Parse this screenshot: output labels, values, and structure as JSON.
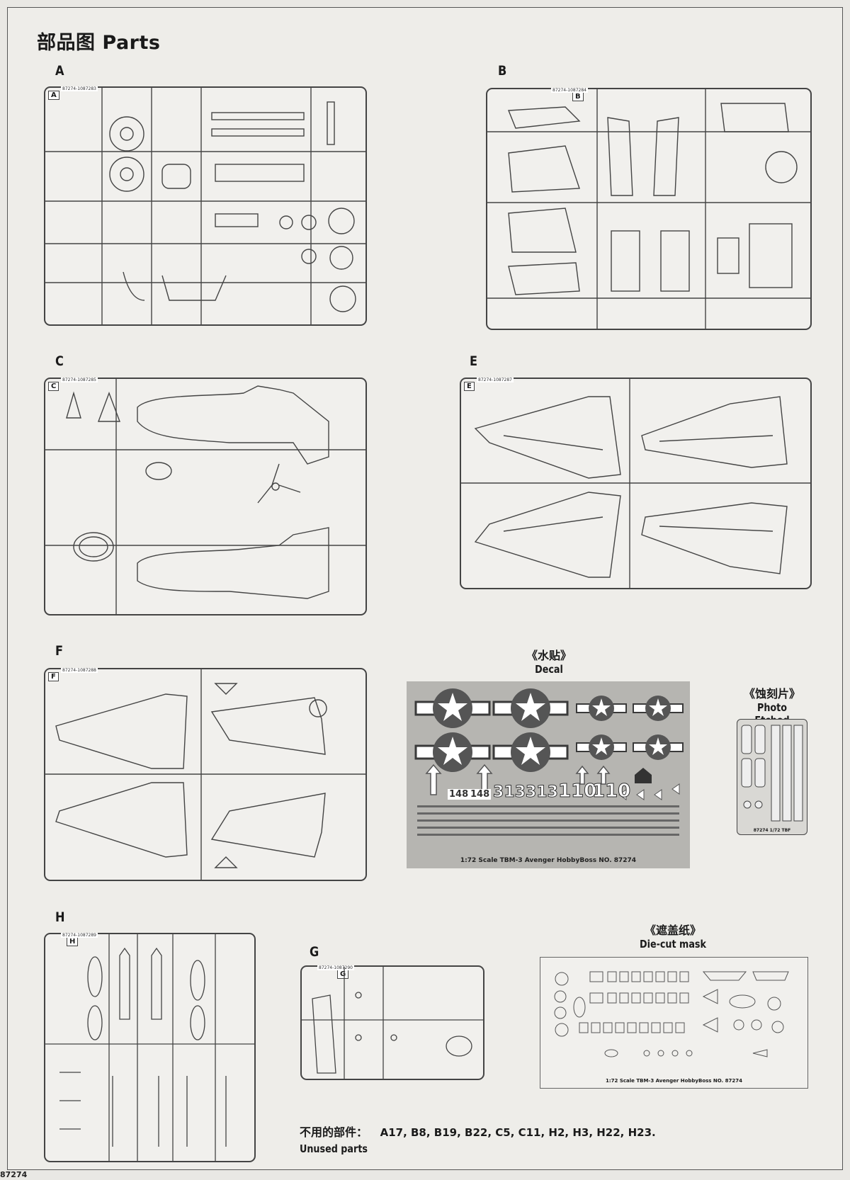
{
  "page": {
    "title": "部品图 Parts",
    "page_number": "87274"
  },
  "sprues": [
    {
      "letter": "A",
      "code": "87274-1087283"
    },
    {
      "letter": "B",
      "code": "87274-1087284"
    },
    {
      "letter": "C",
      "code": "87274-1087285"
    },
    {
      "letter": "E",
      "code": "87274-1087287"
    },
    {
      "letter": "F",
      "code": "87274-1087288"
    },
    {
      "letter": "H",
      "code": "87274-1087289"
    },
    {
      "letter": "G",
      "code": "87274-1087290"
    }
  ],
  "decal": {
    "title_cn": "《水贴》",
    "title_en": "Decal",
    "numbers": [
      "148",
      "148",
      "313",
      "313",
      "110",
      "110"
    ],
    "footer": "1:72 Scale   TBM-3 Avenger        HobbyBoss  NO. 87274"
  },
  "photo_etched": {
    "title_cn": "《蚀刻片》",
    "title_en": "Photo Etched",
    "footer": "87274    1/72    TBF"
  },
  "mask": {
    "title_cn": "《遮盖纸》",
    "title_en": "Die-cut mask",
    "footer": "1:72 Scale   TBM-3 Avenger      HobbyBoss  NO. 87274"
  },
  "unused": {
    "label_cn": "不用的部件：",
    "list": "A17, B8, B19, B22, C5, C11, H2, H3, H22, H23.",
    "label_en": "Unused parts"
  }
}
